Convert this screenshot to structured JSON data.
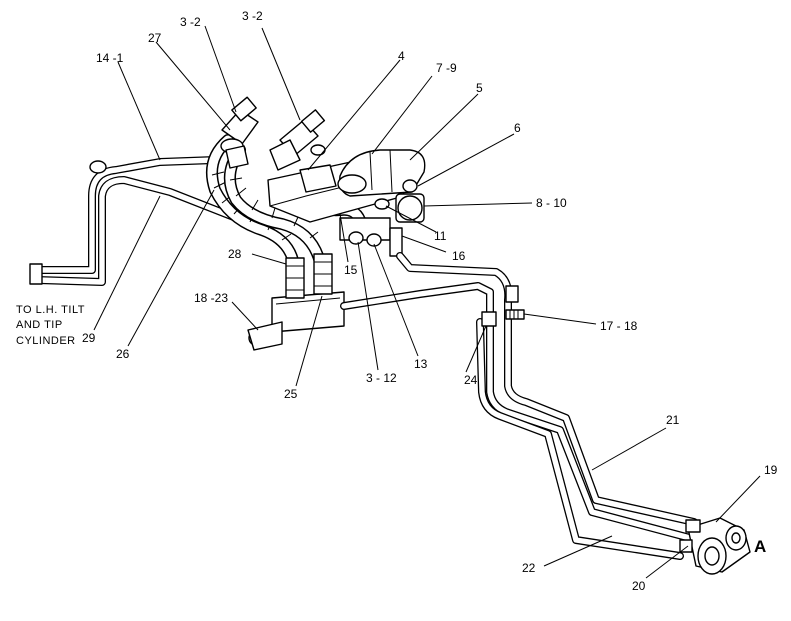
{
  "callouts": {
    "c_14_1": "14 -1",
    "c_27": "27",
    "c_3_2a": "3 -2",
    "c_3_2b": "3 -2",
    "c_4": "4",
    "c_7_9": "7 -9",
    "c_5": "5",
    "c_6": "6",
    "c_8_10": "8 - 10",
    "c_11": "11",
    "c_16": "16",
    "c_28": "28",
    "c_15": "15",
    "c_18_23": "18 -23",
    "c_17_18": "17 - 18",
    "c_29": "29",
    "c_26": "26",
    "c_25": "25",
    "c_3_12": "3 - 12",
    "c_13": "13",
    "c_24": "24",
    "c_21": "21",
    "c_19": "19",
    "c_22": "22",
    "c_20": "20"
  },
  "note": {
    "line1": "TO L.H. TILT",
    "line2": "AND TIP",
    "line3": "CYLINDER"
  },
  "view_label": "A"
}
